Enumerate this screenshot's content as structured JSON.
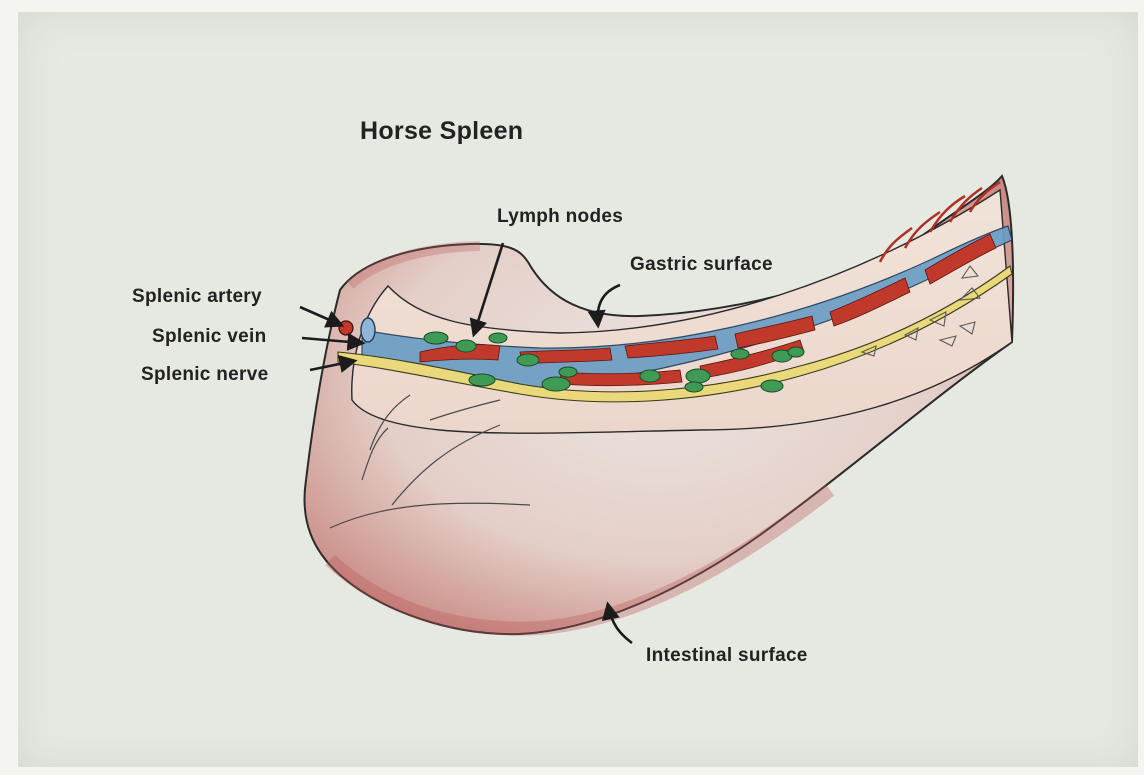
{
  "title": "Horse Spleen",
  "labels": {
    "lymph_nodes": "Lymph nodes",
    "gastric_surface": "Gastric surface",
    "splenic_artery": "Splenic artery",
    "splenic_vein": "Splenic vein",
    "splenic_nerve": "Splenic nerve",
    "intestinal_surface": "Intestinal surface"
  },
  "colors": {
    "background": "#e6e9e1",
    "organ_fill": "#e9d9d3",
    "organ_shade": "#b9585a",
    "artery": "#c0392b",
    "vein": "#5a8fb8",
    "nerve": "#e8d97a",
    "lymph_node": "#3f9a55",
    "ink": "#1c1c1c"
  }
}
